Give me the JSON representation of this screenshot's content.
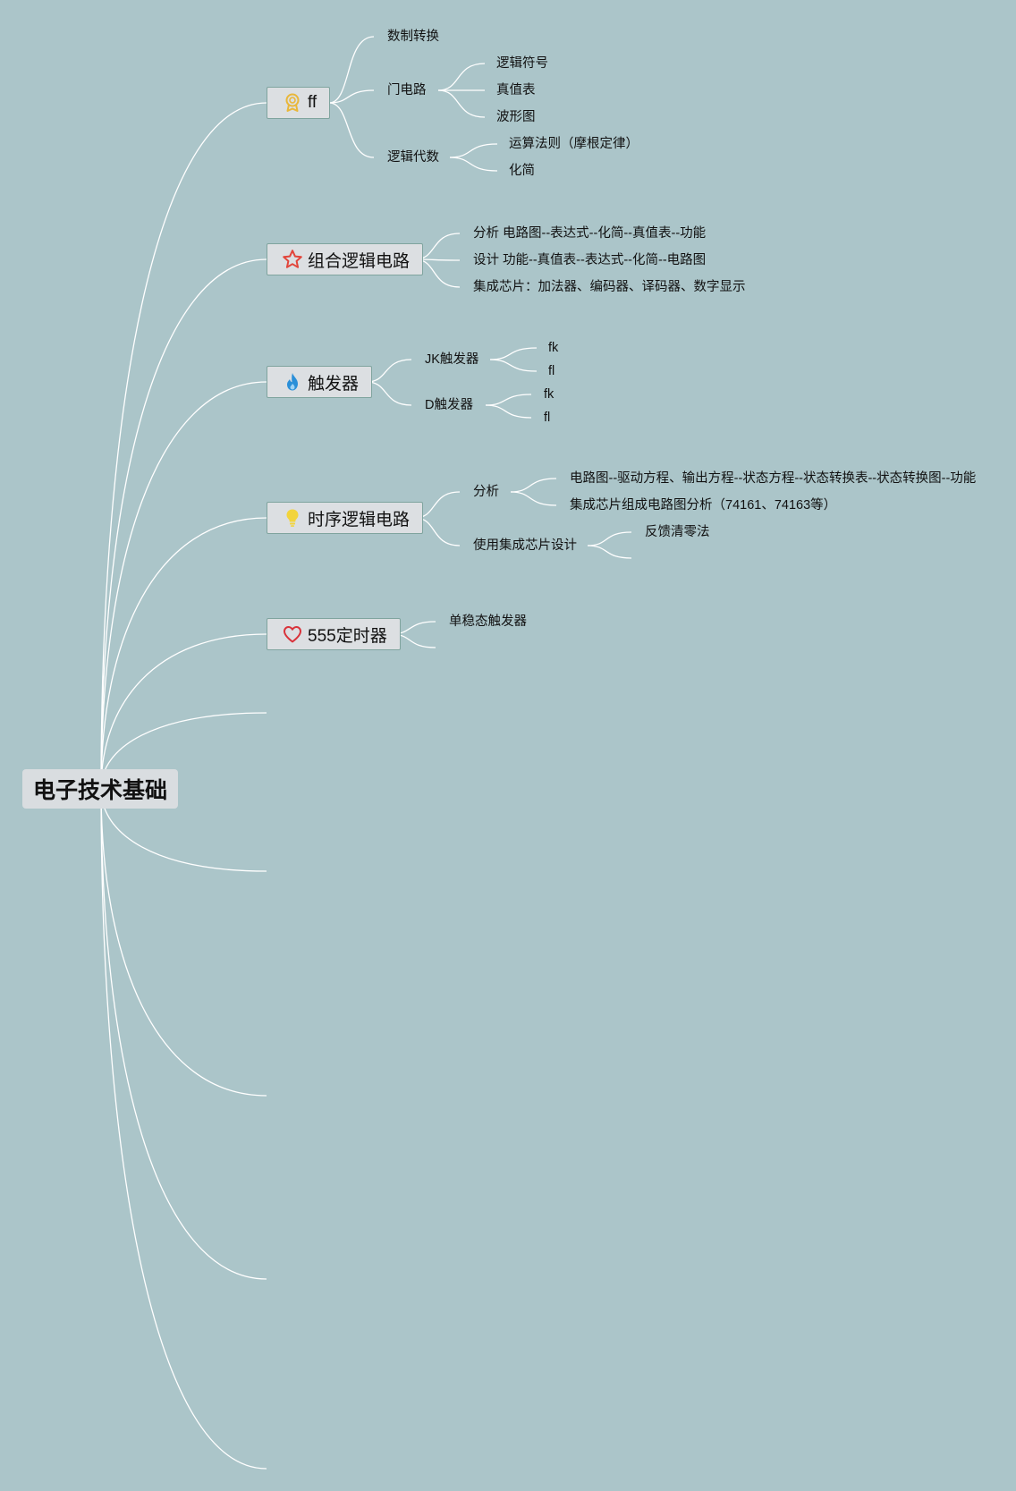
{
  "root": {
    "label": "电子技术基础"
  },
  "topics": [
    {
      "label": "ff",
      "icon": "award-ribbon-icon",
      "icon_color": "#e9b73a",
      "children": [
        {
          "label": "数制转换"
        },
        {
          "label": "门电路",
          "children": [
            "逻辑符号",
            "真值表",
            "波形图"
          ]
        },
        {
          "label": "逻辑代数",
          "children": [
            "运算法则（摩根定律）",
            "化简"
          ]
        }
      ]
    },
    {
      "label": "组合逻辑电路",
      "icon": "star-icon",
      "icon_color": "#e2453b",
      "children": [
        {
          "label": "分析 电路图--表达式--化简--真值表--功能"
        },
        {
          "label": "设计 功能--真值表--表达式--化简--电路图"
        },
        {
          "label": "集成芯片：加法器、编码器、译码器、数字显示"
        }
      ]
    },
    {
      "label": "触发器",
      "icon": "flame-icon",
      "icon_color": "#2a8fd8",
      "children": [
        {
          "label": "JK触发器",
          "children": [
            "fk",
            "fl"
          ]
        },
        {
          "label": "D触发器",
          "children": [
            "fk",
            "fl"
          ]
        }
      ]
    },
    {
      "label": "时序逻辑电路",
      "icon": "lightbulb-icon",
      "icon_color": "#f2d43c",
      "children": [
        {
          "label": "分析",
          "children": [
            "电路图--驱动方程、输出方程--状态方程--状态转换表--状态转换图--功能",
            "集成芯片组成电路图分析（74161、74163等）"
          ]
        },
        {
          "label": "使用集成芯片设计",
          "children": [
            "反馈清零法",
            ""
          ]
        }
      ]
    },
    {
      "label": "555定时器",
      "icon": "heart-icon",
      "icon_color": "#d9323a",
      "children": [
        {
          "label": "单稳态触发器"
        },
        {
          "label": ""
        }
      ]
    }
  ],
  "empty_branches": 5
}
